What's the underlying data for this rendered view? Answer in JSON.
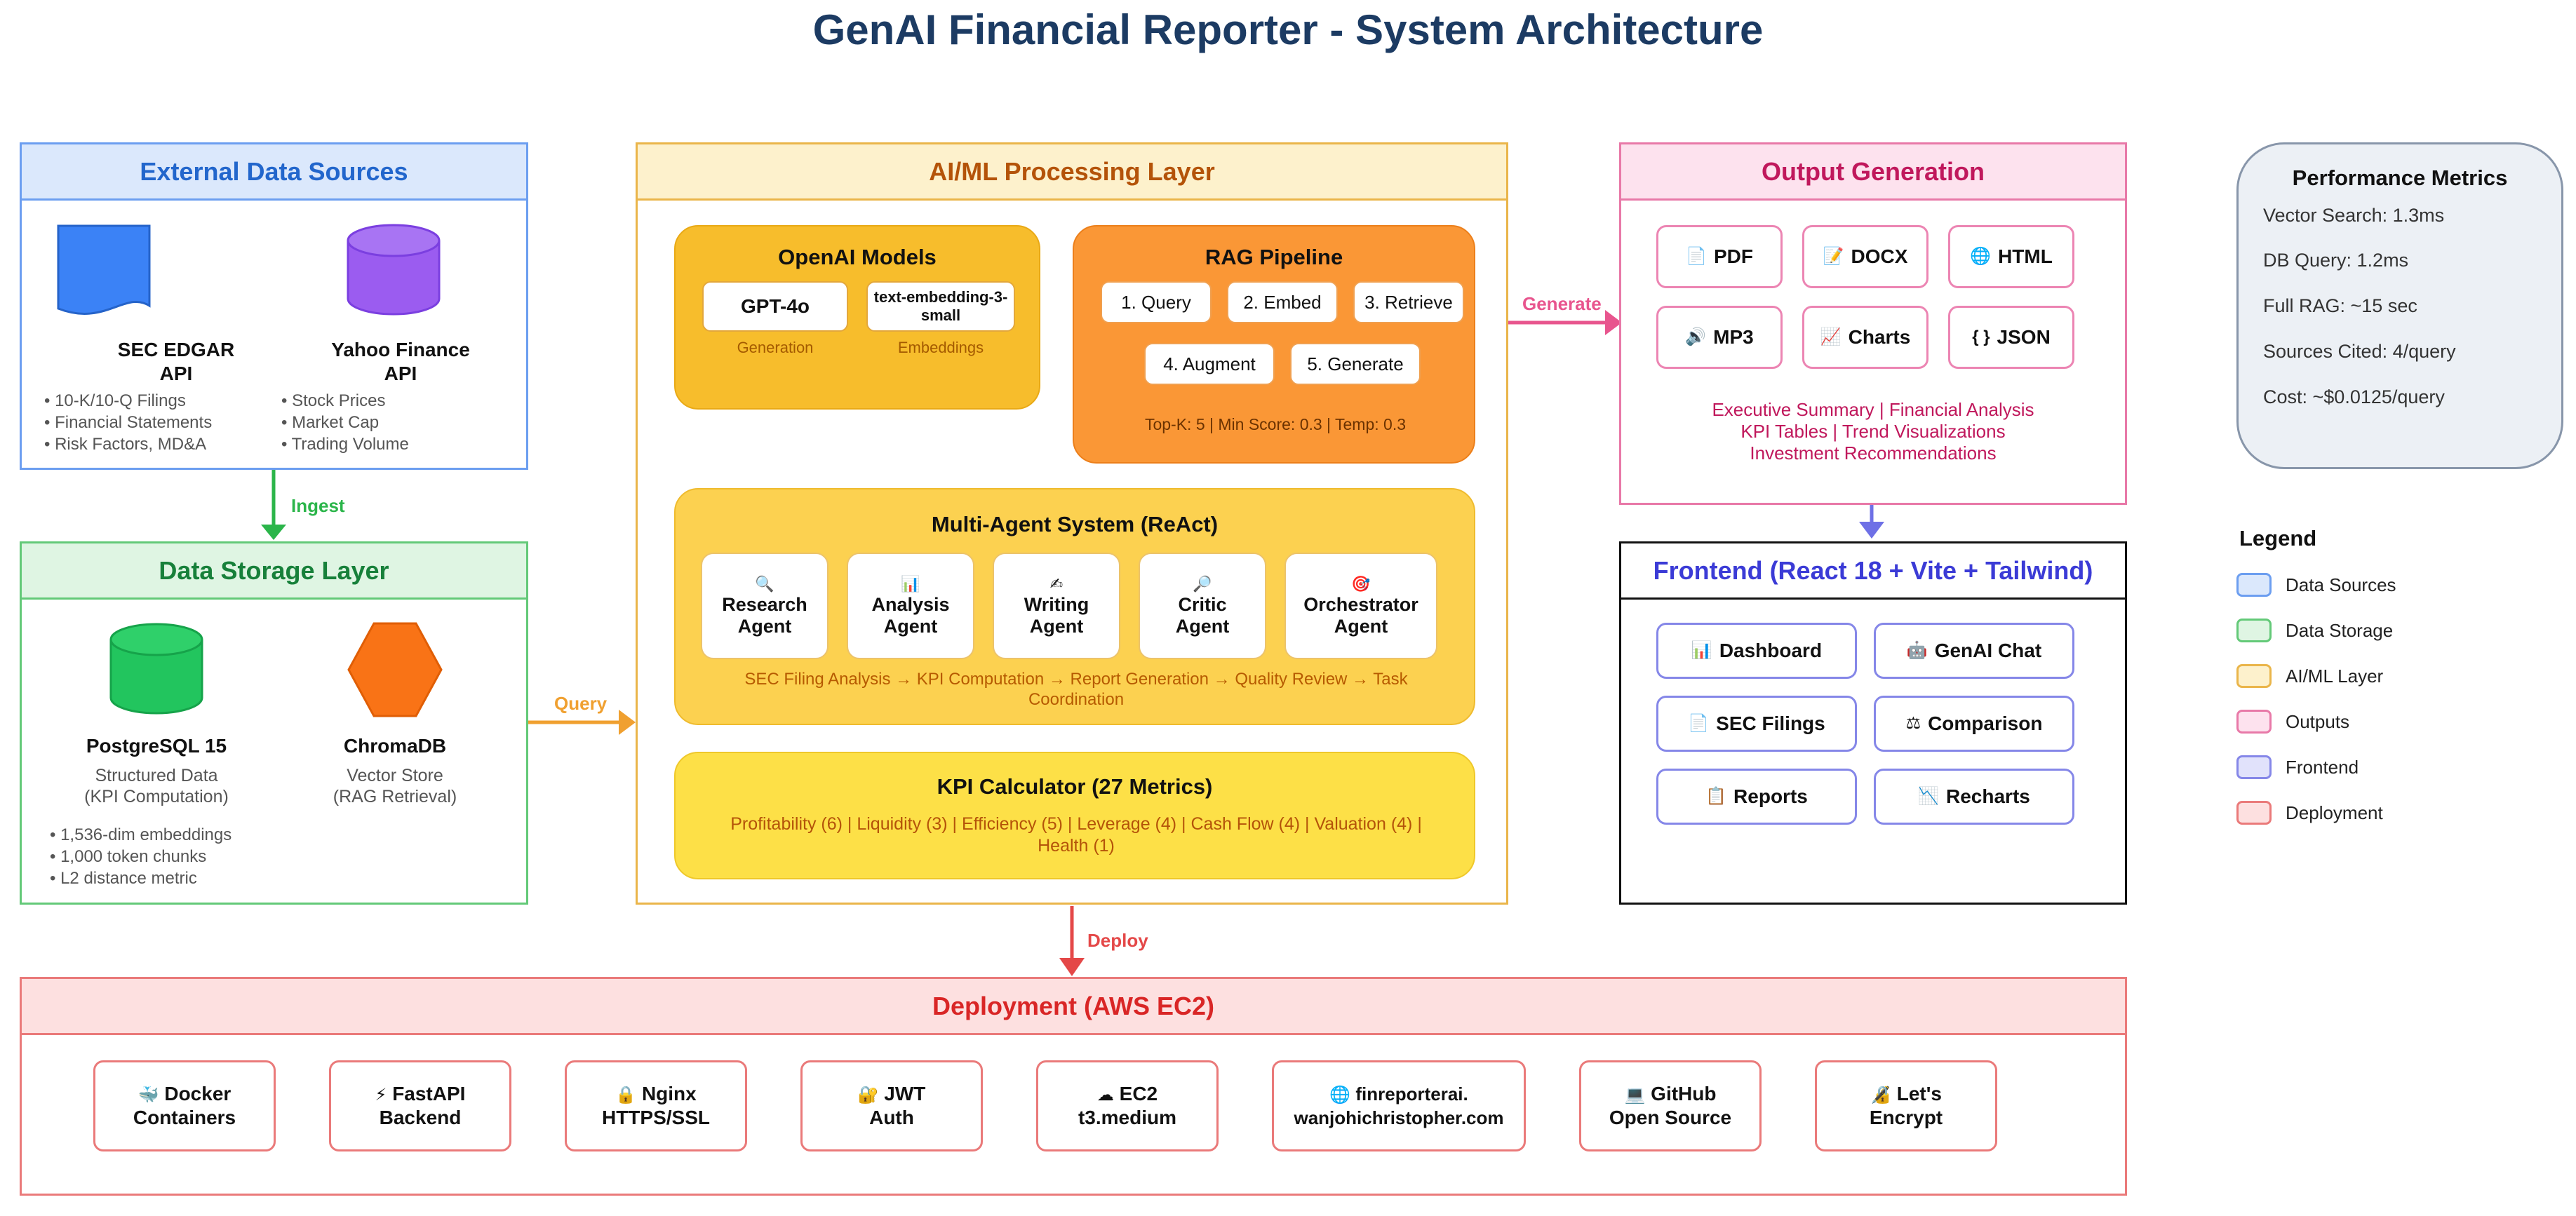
{
  "title": "GenAI Financial Reporter - System Architecture",
  "flows": {
    "ingest": "Ingest",
    "query": "Query",
    "generate": "Generate",
    "deploy": "Deploy"
  },
  "external": {
    "heading": "External Data Sources",
    "sec": {
      "name_1": "SEC EDGAR",
      "name_2": "API",
      "bullets": [
        "10-K/10-Q Filings",
        "Financial Statements",
        "Risk Factors, MD&A"
      ]
    },
    "yahoo": {
      "name_1": "Yahoo Finance",
      "name_2": "API",
      "bullets": [
        "Stock Prices",
        "Market Cap",
        "Trading Volume"
      ]
    }
  },
  "storage": {
    "heading": "Data Storage Layer",
    "postgres": {
      "name": "PostgreSQL 15",
      "sub_1": "Structured Data",
      "sub_2": "(KPI Computation)"
    },
    "chroma": {
      "name": "ChromaDB",
      "sub_1": "Vector Store",
      "sub_2": "(RAG Retrieval)"
    },
    "bullets": [
      "1,536-dim embeddings",
      "1,000 token chunks",
      "L2 distance metric"
    ]
  },
  "aiml": {
    "heading": "AI/ML Processing Layer",
    "openai": {
      "title": "OpenAI Models",
      "gpt": {
        "name": "GPT-4o",
        "caption": "Generation"
      },
      "embed": {
        "name_1": "text-embedding-3-",
        "name_2": "small",
        "caption": "Embeddings"
      }
    },
    "rag": {
      "title": "RAG Pipeline",
      "steps": [
        "1. Query",
        "2. Embed",
        "3. Retrieve",
        "4. Augment",
        "5. Generate"
      ],
      "params": "Top-K: 5 | Min Score: 0.3 | Temp: 0.3"
    },
    "agents": {
      "title": "Multi-Agent System (ReAct)",
      "items": [
        {
          "icon": "🔍",
          "line1": "Research",
          "line2": "Agent"
        },
        {
          "icon": "📊",
          "line1": "Analysis",
          "line2": "Agent"
        },
        {
          "icon": "✍",
          "line1": "Writing",
          "line2": "Agent"
        },
        {
          "icon": "🔎",
          "line1": "Critic",
          "line2": "Agent"
        },
        {
          "icon": "🎯",
          "line1": "Orchestrator",
          "line2": "Agent"
        }
      ],
      "flow_1": "SEC Filing Analysis → KPI Computation → Report Generation → Quality Review → Task",
      "flow_2": "Coordination"
    },
    "kpi": {
      "title": "KPI Calculator (27 Metrics)",
      "line_1": "Profitability (6) | Liquidity (3) | Efficiency (5) | Leverage (4) | Cash Flow (4) | Valuation (4) |",
      "line_2": "Health (1)"
    }
  },
  "output": {
    "heading": "Output Generation",
    "formats": [
      {
        "icon": "📄",
        "label": "PDF"
      },
      {
        "icon": "📝",
        "label": "DOCX"
      },
      {
        "icon": "🌐",
        "label": "HTML"
      },
      {
        "icon": "🔊",
        "label": "MP3"
      },
      {
        "icon": "📈",
        "label": "Charts"
      },
      {
        "icon": "{ }",
        "label": "JSON"
      }
    ],
    "summary_1": "Executive Summary | Financial Analysis",
    "summary_2": "KPI Tables | Trend Visualizations",
    "summary_3": "Investment Recommendations"
  },
  "frontend": {
    "heading": "Frontend (React 18 + Vite + Tailwind)",
    "items": [
      {
        "icon": "📊",
        "label": "Dashboard"
      },
      {
        "icon": "🤖",
        "label": "GenAI Chat"
      },
      {
        "icon": "📄",
        "label": "SEC Filings"
      },
      {
        "icon": "⚖",
        "label": "Comparison"
      },
      {
        "icon": "📋",
        "label": "Reports"
      },
      {
        "icon": "📉",
        "label": "Recharts"
      }
    ]
  },
  "deployment": {
    "heading": "Deployment (AWS EC2)",
    "items": [
      {
        "icon": "🐳",
        "line1": "Docker",
        "line2": "Containers"
      },
      {
        "icon": "⚡",
        "line1": "FastAPI",
        "line2": "Backend"
      },
      {
        "icon": "🔒",
        "line1": "Nginx",
        "line2": "HTTPS/SSL"
      },
      {
        "icon": "🔐",
        "line1": "JWT",
        "line2": "Auth"
      },
      {
        "icon": "☁",
        "line1": "EC2",
        "line2": "t3.medium"
      },
      {
        "icon": "🌐",
        "line1": "finreporterai.",
        "line2": "wanjohichristopher.com"
      },
      {
        "icon": "💻",
        "line1": "GitHub",
        "line2": "Open Source"
      },
      {
        "icon": "🔏",
        "line1": "Let's",
        "line2": "Encrypt"
      }
    ]
  },
  "metrics": {
    "title": "Performance Metrics",
    "items": [
      "Vector Search: 1.3ms",
      "DB Query: 1.2ms",
      "Full RAG: ~15 sec",
      "Sources Cited: 4/query",
      "Cost: ~$0.0125/query"
    ]
  },
  "legend": {
    "title": "Legend",
    "items": [
      {
        "label": "Data Sources",
        "fill": "#dbe8fc",
        "stroke": "#6c9ef0"
      },
      {
        "label": "Data Storage",
        "fill": "#dff5e3",
        "stroke": "#63c978"
      },
      {
        "label": "AI/ML Layer",
        "fill": "#fdf1cc",
        "stroke": "#eab54a"
      },
      {
        "label": "Outputs",
        "fill": "#fde2ee",
        "stroke": "#e879a8"
      },
      {
        "label": "Frontend",
        "fill": "#e1e2fb",
        "stroke": "#8587e8"
      },
      {
        "label": "Deployment",
        "fill": "#fde0e0",
        "stroke": "#ea7a7a"
      }
    ]
  }
}
